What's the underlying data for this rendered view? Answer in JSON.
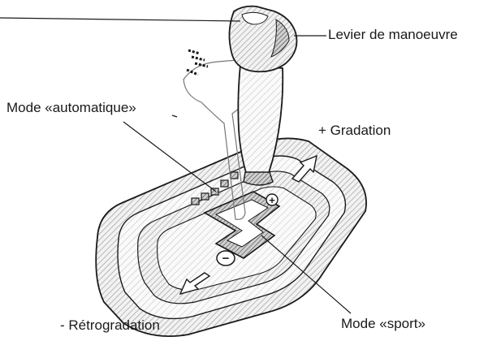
{
  "labels": {
    "lever": "Levier de manoeuvre",
    "auto_mode": "Mode «automatique»",
    "upshift": "+ Gradation",
    "downshift": "- Rétrogradation",
    "sport_mode": "Mode «sport»"
  },
  "buttons": {
    "plus": "+",
    "minus": "−"
  },
  "colors": {
    "line": "#1a1a1a",
    "hatch": "#8c8c8c",
    "highlight": "#ffffff"
  }
}
